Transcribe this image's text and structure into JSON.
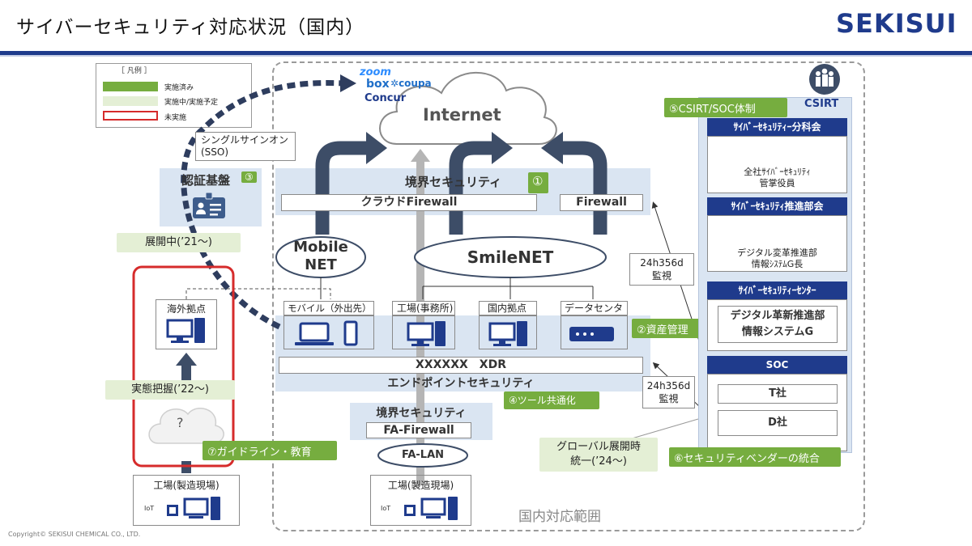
{
  "header": {
    "title": "サイバーセキュリティ対応状況（国内）",
    "logo": "SEKISUI"
  },
  "legend": {
    "title": "［ 凡例 ］",
    "items": [
      {
        "label": "実施済み",
        "color": "#76ad3f"
      },
      {
        "label": "実施中/実施予定",
        "color": "#e4efd5"
      },
      {
        "label": "未実施",
        "color": "#d62b2b"
      }
    ]
  },
  "cloud": {
    "internet": "Internet",
    "services": {
      "zoom": "zoom",
      "box": "box",
      "coupa": "coupa",
      "concur": "Concur"
    }
  },
  "sso": {
    "label": "シングルサインオン\n(SSO)"
  },
  "auth": {
    "label": "認証基盤",
    "num": "③",
    "status": "展開中(’21～)"
  },
  "perimeter": {
    "label": "境界セキュリティ",
    "num": "①",
    "cloud_fw": "クラウドFirewall",
    "fw": "Firewall"
  },
  "networks": {
    "mobile": "Mobile\nNET",
    "smile": "SmileNET"
  },
  "monitor1": "24h356d\n監視",
  "monitor2": "24h356d\n監視",
  "endpoints": {
    "mobile": "モバイル（外出先）",
    "factory_office": "工場(事務所)",
    "domestic": "国内拠点",
    "datacenter": "データセンタ"
  },
  "asset": "②資産管理",
  "xdr": "XXXXXX　XDR",
  "endpoint_sec": "エンドポイントセキュリティ",
  "tool": "④ツール共通化",
  "fa": {
    "label": "境界セキュリティ",
    "fw": "FA-Firewall",
    "lan": "FA-LAN"
  },
  "factory": {
    "label": "工場(製造現場)",
    "iot": "IoT"
  },
  "factory2": {
    "label": "工場(製造現場)",
    "iot": "IoT"
  },
  "overseas": {
    "label": "海外拠点",
    "status": "実態把握(’22～)",
    "unknown": "?",
    "guideline": "⑦ガイドライン・教育"
  },
  "global": "グローバル展開時\n統一(’24～)",
  "vendor": "⑥セキュリティベンダーの統合",
  "csirt": {
    "tag": "⑤CSIRT/SOC体制",
    "title": "CSIRT",
    "committee": "ｻｲﾊﾞｰｾｷｭﾘﾃｨｰ分科会",
    "officer": "全社ｻｲﾊﾞｰｾｷｭﾘﾃｨ\n管掌役員",
    "promotion": "ｻｲﾊﾞｰｾｷｭﾘﾃｨ推進部会",
    "dept_head": "デジタル変革推進部\n情報ｼｽﾃﾑG長",
    "center": "ｻｲﾊﾞｰｾｷｭﾘﾃｨｰｾﾝﾀｰ",
    "center_dept": "デジタル革新推進部\n情報システムG",
    "soc": "SOC",
    "t": "T社",
    "d": "D社"
  },
  "scope": "国内対応範囲",
  "footer": "Copyright© SEKISUI CHEMICAL CO., LTD."
}
